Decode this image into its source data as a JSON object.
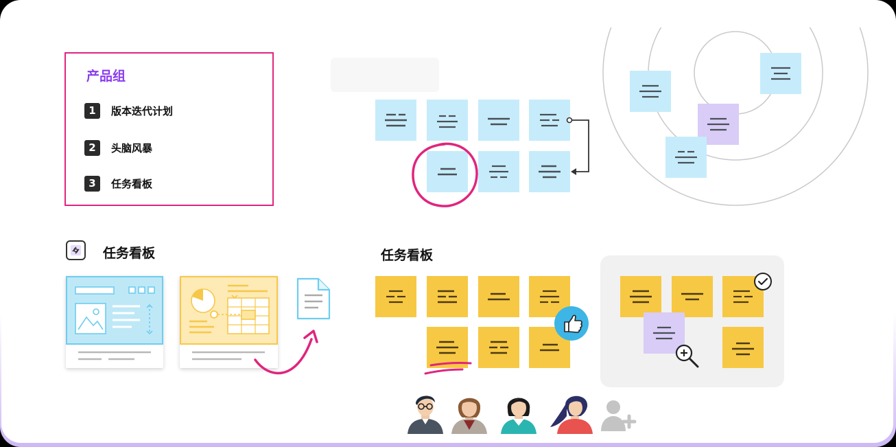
{
  "agenda": {
    "title": "产品组",
    "items": [
      {
        "num": "1",
        "label": "版本迭代计划"
      },
      {
        "num": "2",
        "label": "头脑风暴"
      },
      {
        "num": "3",
        "label": "任务看板"
      }
    ]
  },
  "sections": {
    "left_title": "任务看板",
    "middle_title": "任务看板"
  },
  "colors": {
    "accent_pink": "#e0257e",
    "accent_purple": "#8b3cf0",
    "note_blue": "#c6ecfb",
    "note_yellow": "#f7c843",
    "note_purple": "#d9ccf7"
  },
  "icons": [
    "link-icon",
    "document-icon",
    "thumbs-up-icon",
    "check-circle-icon",
    "zoom-in-icon",
    "add-user-icon"
  ],
  "collaborators": [
    "user-avatar-1",
    "user-avatar-2",
    "user-avatar-3",
    "user-avatar-4"
  ]
}
